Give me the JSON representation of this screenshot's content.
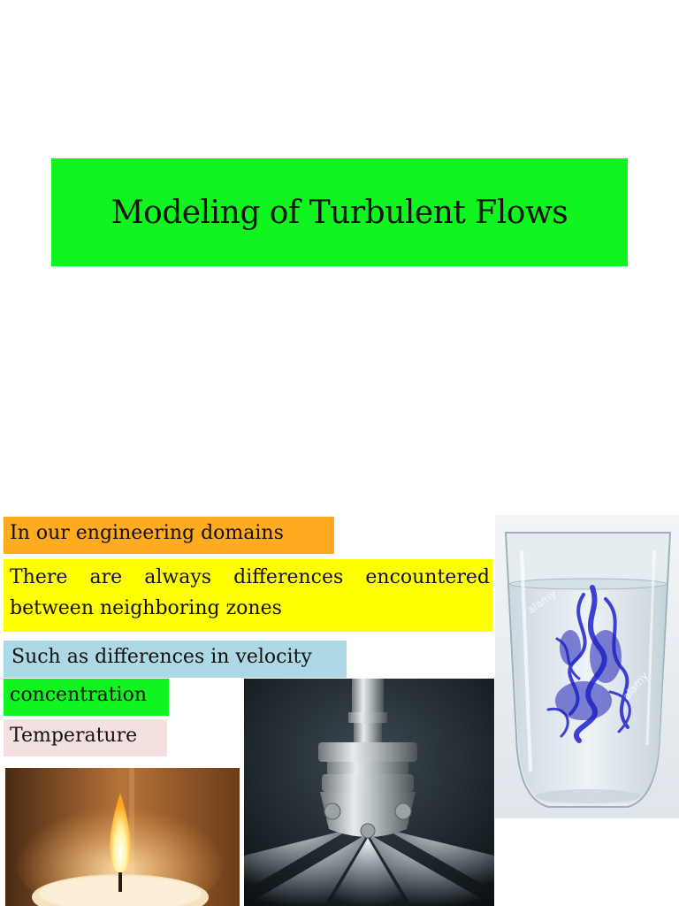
{
  "slide": {
    "title": "Modeling of Turbulent Flows"
  },
  "labels": {
    "engineering_domains": "In our engineering domains",
    "differences_line1_words": [
      "There",
      "are",
      "always",
      "differences",
      "encountered"
    ],
    "differences_line2": "between neighboring zones",
    "velocity": "Such as differences in velocity",
    "concentration": "concentration",
    "temperature": "Temperature"
  },
  "colors": {
    "title_bg": "#10f51f",
    "orange": "#ffab1f",
    "yellow": "#ffff00",
    "lightblue": "#add8e6",
    "green": "#10f51f",
    "pink": "#f5e0e0"
  },
  "images": {
    "glass_watermark": "alamy"
  }
}
